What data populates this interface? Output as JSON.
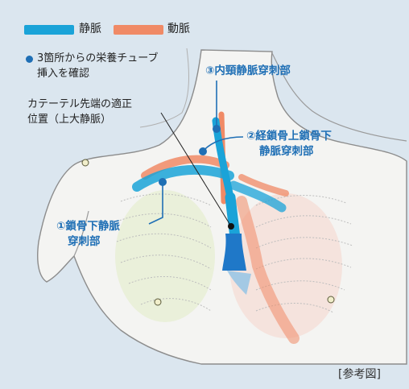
{
  "legend": {
    "vein": {
      "label": "静脈",
      "color": "#1aa3d8"
    },
    "artery": {
      "label": "動脈",
      "color": "#f08a66"
    }
  },
  "note": {
    "line1": "3箇所からの栄養チューブ",
    "line2": "挿入を確認"
  },
  "catheter_tip": {
    "line1": "カテーテル先端の適正",
    "line2": "位置（上大静脈）"
  },
  "sites": {
    "internal_jugular": "③内頸静脈穿刺部",
    "supraclavicular_1": "②経鎖骨上鎖骨下",
    "supraclavicular_2": "静脈穿刺部",
    "infraclavicular_1": "①鎖骨下静脈",
    "infraclavicular_2": "穿刺部"
  },
  "reference": "[参考図]",
  "colors": {
    "background": "#dbe6ef",
    "body": "#f4f4f2",
    "outline": "#8c8c8c",
    "annotation": "#1f6fb5"
  }
}
